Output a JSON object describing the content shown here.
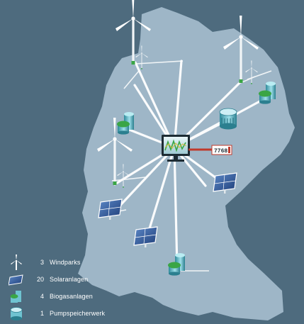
{
  "meter": {
    "reading": "7768"
  },
  "legend": [
    {
      "count": "3",
      "label": "Windparks",
      "icon": "wind-turbine-icon"
    },
    {
      "count": "20",
      "label": "Solaranlagen",
      "icon": "solar-panel-icon"
    },
    {
      "count": "4",
      "label": "Biogasanlagen",
      "icon": "biogas-plant-icon"
    },
    {
      "count": "1",
      "label": "Pumpspeicherwerk",
      "icon": "pumped-storage-icon"
    }
  ],
  "colors": {
    "background": "#4e6b7e",
    "map_fill": "#9eb6c7",
    "connection_lines": "#ffffff",
    "accent_green": "#3aa545",
    "meter_red": "#c0392b"
  }
}
